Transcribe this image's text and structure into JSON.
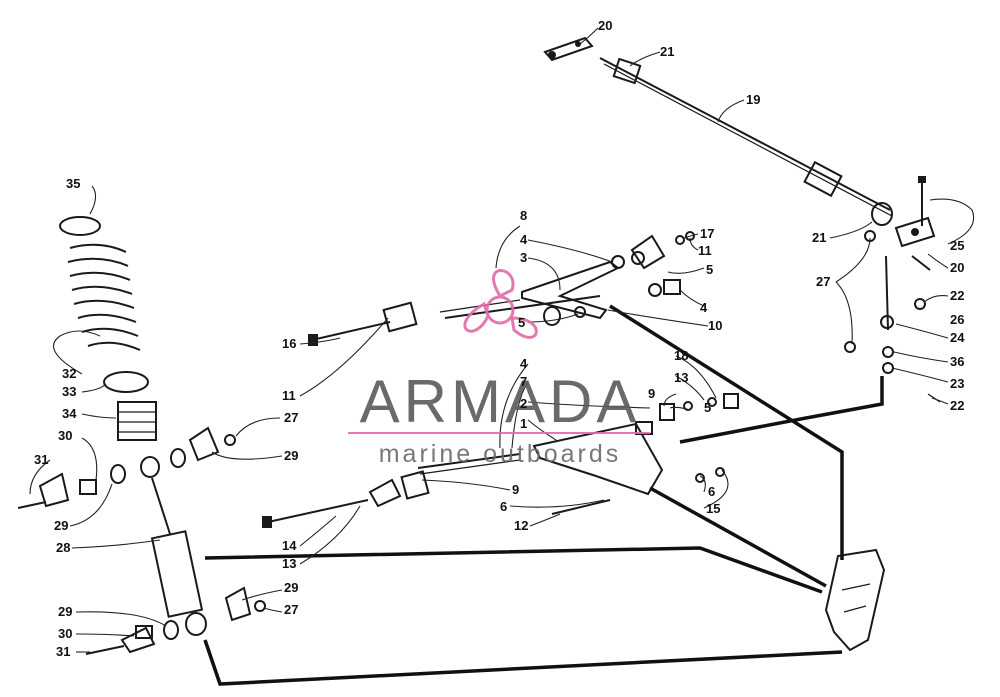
{
  "watermark": {
    "brand": "ARMADA",
    "tagline": "marine outboards",
    "accent_color": "#e26aa8",
    "text_color": "#5a5a5a",
    "logo_icon": "propeller-logo-icon"
  },
  "callouts": [
    {
      "label": "1"
    },
    {
      "label": "2"
    },
    {
      "label": "3"
    },
    {
      "label": "4"
    },
    {
      "label": "4"
    },
    {
      "label": "4"
    },
    {
      "label": "5"
    },
    {
      "label": "5"
    },
    {
      "label": "6"
    },
    {
      "label": "6"
    },
    {
      "label": "7"
    },
    {
      "label": "8"
    },
    {
      "label": "9"
    },
    {
      "label": "9"
    },
    {
      "label": "10"
    },
    {
      "label": "11"
    },
    {
      "label": "11"
    },
    {
      "label": "12"
    },
    {
      "label": "13"
    },
    {
      "label": "13"
    },
    {
      "label": "14"
    },
    {
      "label": "15"
    },
    {
      "label": "16"
    },
    {
      "label": "17"
    },
    {
      "label": "18"
    },
    {
      "label": "19"
    },
    {
      "label": "20"
    },
    {
      "label": "20"
    },
    {
      "label": "21"
    },
    {
      "label": "21"
    },
    {
      "label": "22"
    },
    {
      "label": "22"
    },
    {
      "label": "23"
    },
    {
      "label": "24"
    },
    {
      "label": "25"
    },
    {
      "label": "26"
    },
    {
      "label": "27"
    },
    {
      "label": "27"
    },
    {
      "label": "27"
    },
    {
      "label": "28"
    },
    {
      "label": "29"
    },
    {
      "label": "29"
    },
    {
      "label": "29"
    },
    {
      "label": "29"
    },
    {
      "label": "30"
    },
    {
      "label": "30"
    },
    {
      "label": "31"
    },
    {
      "label": "31"
    },
    {
      "label": "32"
    },
    {
      "label": "33"
    },
    {
      "label": "34"
    },
    {
      "label": "35"
    },
    {
      "label": "36"
    },
    {
      "label": "5"
    }
  ]
}
